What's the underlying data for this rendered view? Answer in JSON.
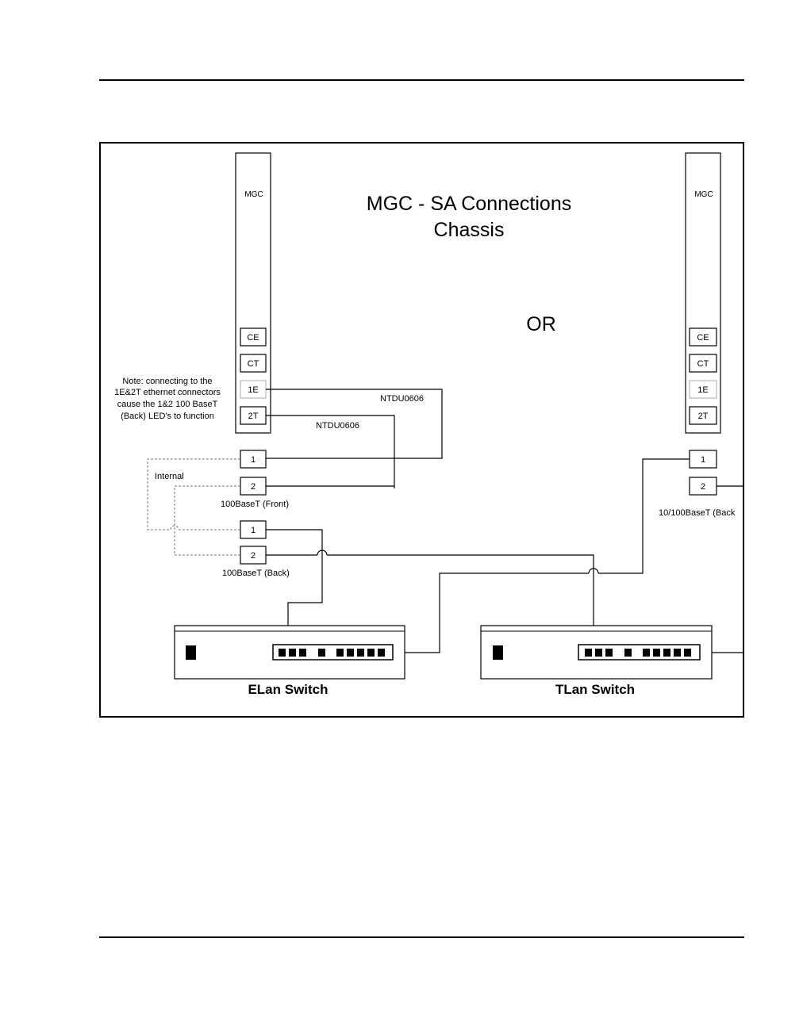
{
  "diagram": {
    "title_line1": "MGC - SA Connections",
    "title_line2": "Chassis",
    "or_label": "OR",
    "left_card": {
      "label": "MGC",
      "ports": [
        "CE",
        "CT",
        "1E",
        "2T"
      ]
    },
    "right_card": {
      "label": "MGC",
      "ports": [
        "CE",
        "CT",
        "1E",
        "2T"
      ]
    },
    "note_lines": [
      "Note: connecting to the",
      "1E&2T ethernet connectors",
      "cause the 1&2 100 BaseT",
      "(Back) LED's to function"
    ],
    "cable_label_1": "NTDU0606",
    "cable_label_2": "NTDU0606",
    "internal_label": "Internal",
    "front_ports": [
      "1",
      "2"
    ],
    "front_ports_label": "100BaseT (Front)",
    "back_ports": [
      "1",
      "2"
    ],
    "back_ports_label": "100BaseT (Back)",
    "right_back_ports": [
      "1",
      "2"
    ],
    "right_back_ports_label": "10/100BaseT (Back",
    "elan_switch_label": "ELan Switch",
    "tlan_switch_label": "TLan Switch"
  }
}
